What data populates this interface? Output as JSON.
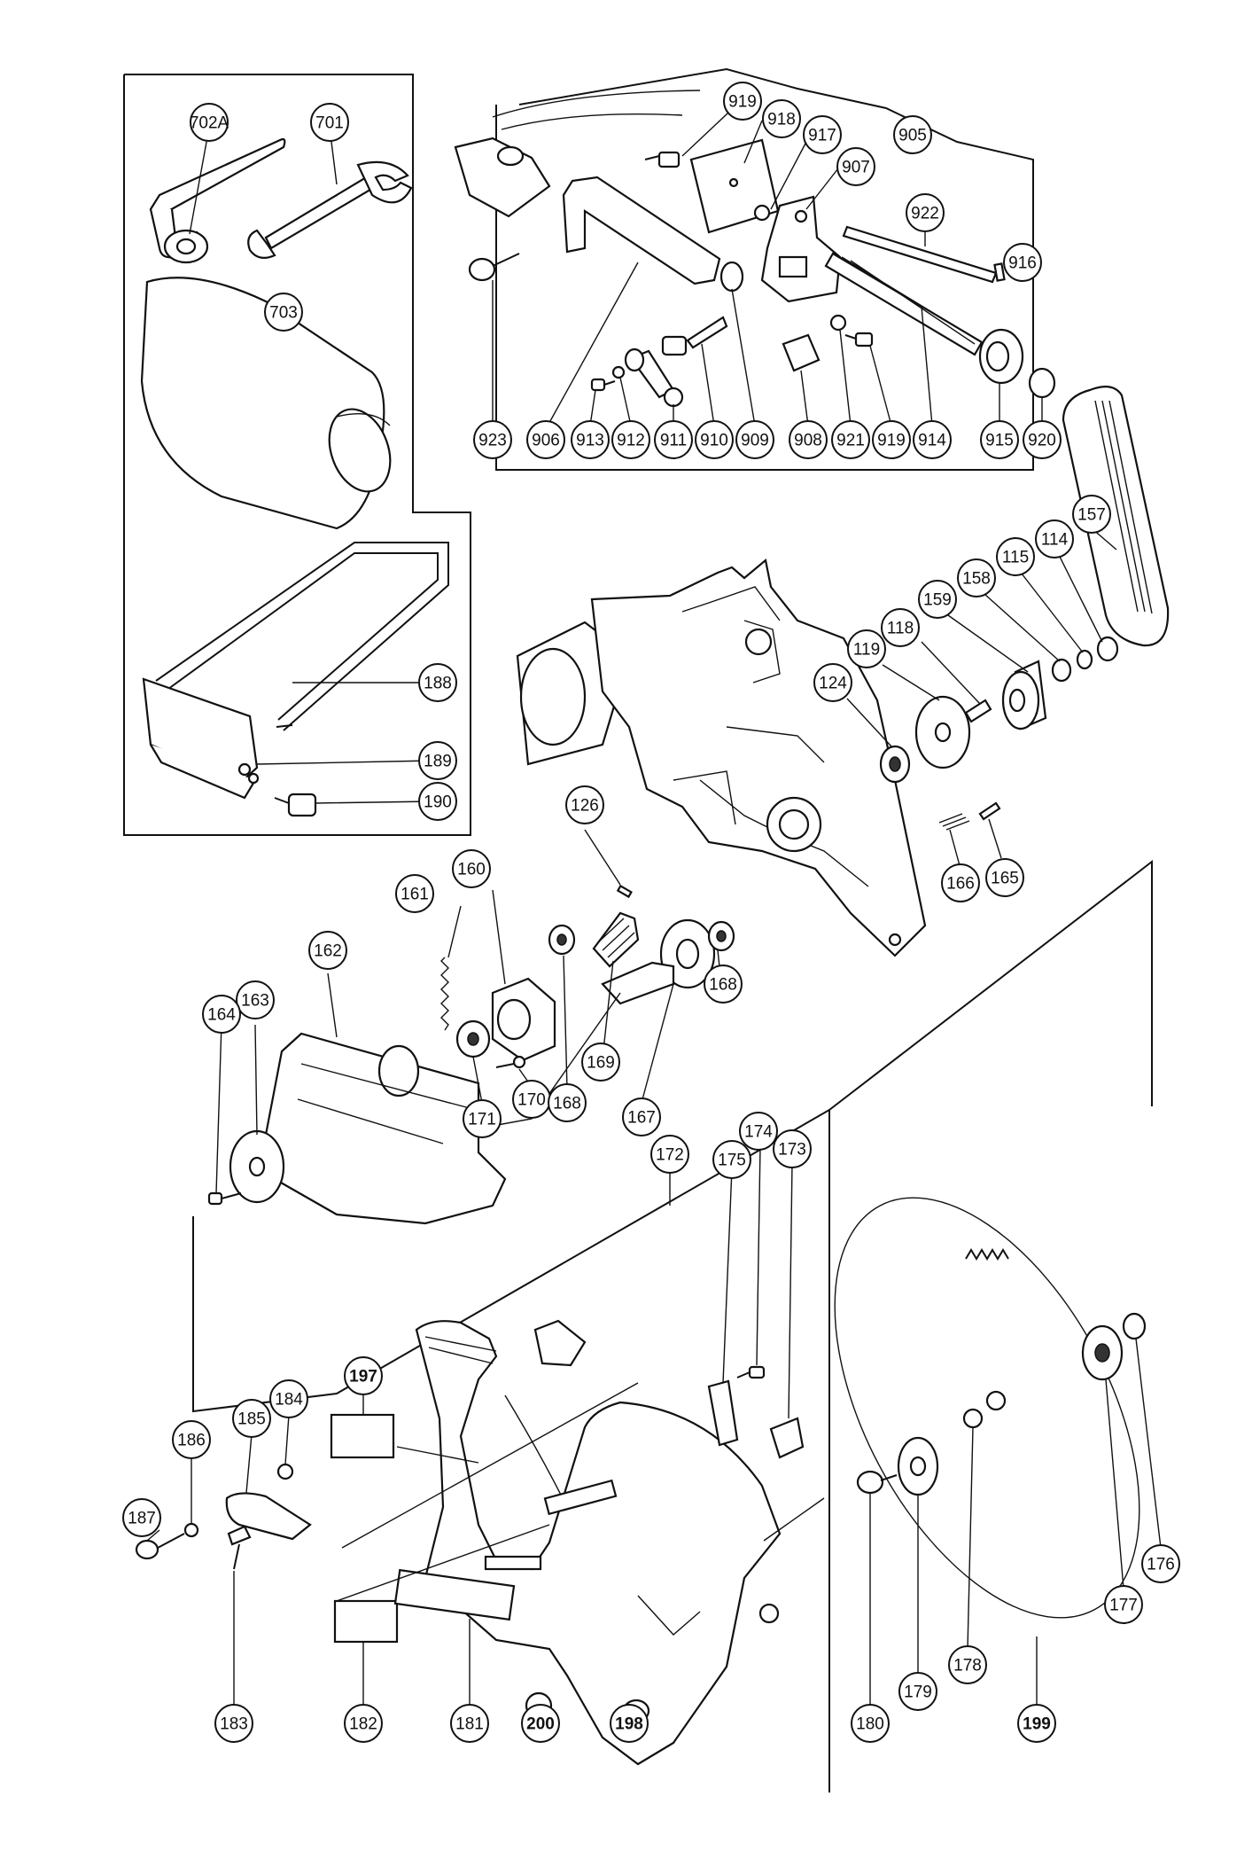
{
  "parts": [
    {
      "id": "p702A",
      "label": "702A",
      "bold": false
    },
    {
      "id": "p701",
      "label": "701",
      "bold": false
    },
    {
      "id": "p703",
      "label": "703",
      "bold": false
    },
    {
      "id": "p188",
      "label": "188",
      "bold": false
    },
    {
      "id": "p189",
      "label": "189",
      "bold": false
    },
    {
      "id": "p190",
      "label": "190",
      "bold": false
    },
    {
      "id": "p919a",
      "label": "919",
      "bold": false
    },
    {
      "id": "p918",
      "label": "918",
      "bold": false
    },
    {
      "id": "p917",
      "label": "917",
      "bold": false
    },
    {
      "id": "p907",
      "label": "907",
      "bold": false
    },
    {
      "id": "p905",
      "label": "905",
      "bold": false
    },
    {
      "id": "p922",
      "label": "922",
      "bold": false
    },
    {
      "id": "p916",
      "label": "916",
      "bold": false
    },
    {
      "id": "p923",
      "label": "923",
      "bold": false
    },
    {
      "id": "p906",
      "label": "906",
      "bold": false
    },
    {
      "id": "p913",
      "label": "913",
      "bold": false
    },
    {
      "id": "p912",
      "label": "912",
      "bold": false
    },
    {
      "id": "p911",
      "label": "911",
      "bold": false
    },
    {
      "id": "p910",
      "label": "910",
      "bold": false
    },
    {
      "id": "p909",
      "label": "909",
      "bold": false
    },
    {
      "id": "p908",
      "label": "908",
      "bold": false
    },
    {
      "id": "p921",
      "label": "921",
      "bold": false
    },
    {
      "id": "p919b",
      "label": "919",
      "bold": false
    },
    {
      "id": "p914",
      "label": "914",
      "bold": false
    },
    {
      "id": "p915",
      "label": "915",
      "bold": false
    },
    {
      "id": "p920",
      "label": "920",
      "bold": false
    },
    {
      "id": "p157",
      "label": "157",
      "bold": false
    },
    {
      "id": "p114",
      "label": "114",
      "bold": false
    },
    {
      "id": "p115",
      "label": "115",
      "bold": false
    },
    {
      "id": "p158",
      "label": "158",
      "bold": false
    },
    {
      "id": "p159",
      "label": "159",
      "bold": false
    },
    {
      "id": "p118",
      "label": "118",
      "bold": false
    },
    {
      "id": "p119",
      "label": "119",
      "bold": false
    },
    {
      "id": "p124",
      "label": "124",
      "bold": false
    },
    {
      "id": "p126",
      "label": "126",
      "bold": false
    },
    {
      "id": "p166",
      "label": "166",
      "bold": false
    },
    {
      "id": "p165",
      "label": "165",
      "bold": false
    },
    {
      "id": "p160",
      "label": "160",
      "bold": false
    },
    {
      "id": "p161",
      "label": "161",
      "bold": false
    },
    {
      "id": "p162",
      "label": "162",
      "bold": false
    },
    {
      "id": "p163",
      "label": "163",
      "bold": false
    },
    {
      "id": "p164",
      "label": "164",
      "bold": false
    },
    {
      "id": "p168a",
      "label": "168",
      "bold": false
    },
    {
      "id": "p171",
      "label": "171",
      "bold": false
    },
    {
      "id": "p170",
      "label": "170",
      "bold": false
    },
    {
      "id": "p168b",
      "label": "168",
      "bold": false
    },
    {
      "id": "p169",
      "label": "169",
      "bold": false
    },
    {
      "id": "p167",
      "label": "167",
      "bold": false
    },
    {
      "id": "p172",
      "label": "172",
      "bold": false
    },
    {
      "id": "p175",
      "label": "175",
      "bold": false
    },
    {
      "id": "p174",
      "label": "174",
      "bold": false
    },
    {
      "id": "p173",
      "label": "173",
      "bold": false
    },
    {
      "id": "p197",
      "label": "197",
      "bold": true
    },
    {
      "id": "p184",
      "label": "184",
      "bold": false
    },
    {
      "id": "p185",
      "label": "185",
      "bold": false
    },
    {
      "id": "p186",
      "label": "186",
      "bold": false
    },
    {
      "id": "p187",
      "label": "187",
      "bold": false
    },
    {
      "id": "p183",
      "label": "183",
      "bold": false
    },
    {
      "id": "p182",
      "label": "182",
      "bold": false
    },
    {
      "id": "p181",
      "label": "181",
      "bold": false
    },
    {
      "id": "p200",
      "label": "200",
      "bold": true
    },
    {
      "id": "p198",
      "label": "198",
      "bold": true
    },
    {
      "id": "p180",
      "label": "180",
      "bold": false
    },
    {
      "id": "p179",
      "label": "179",
      "bold": false
    },
    {
      "id": "p178",
      "label": "178",
      "bold": false
    },
    {
      "id": "p199",
      "label": "199",
      "bold": true
    },
    {
      "id": "p177",
      "label": "177",
      "bold": false
    },
    {
      "id": "p176",
      "label": "176",
      "bold": false
    }
  ]
}
